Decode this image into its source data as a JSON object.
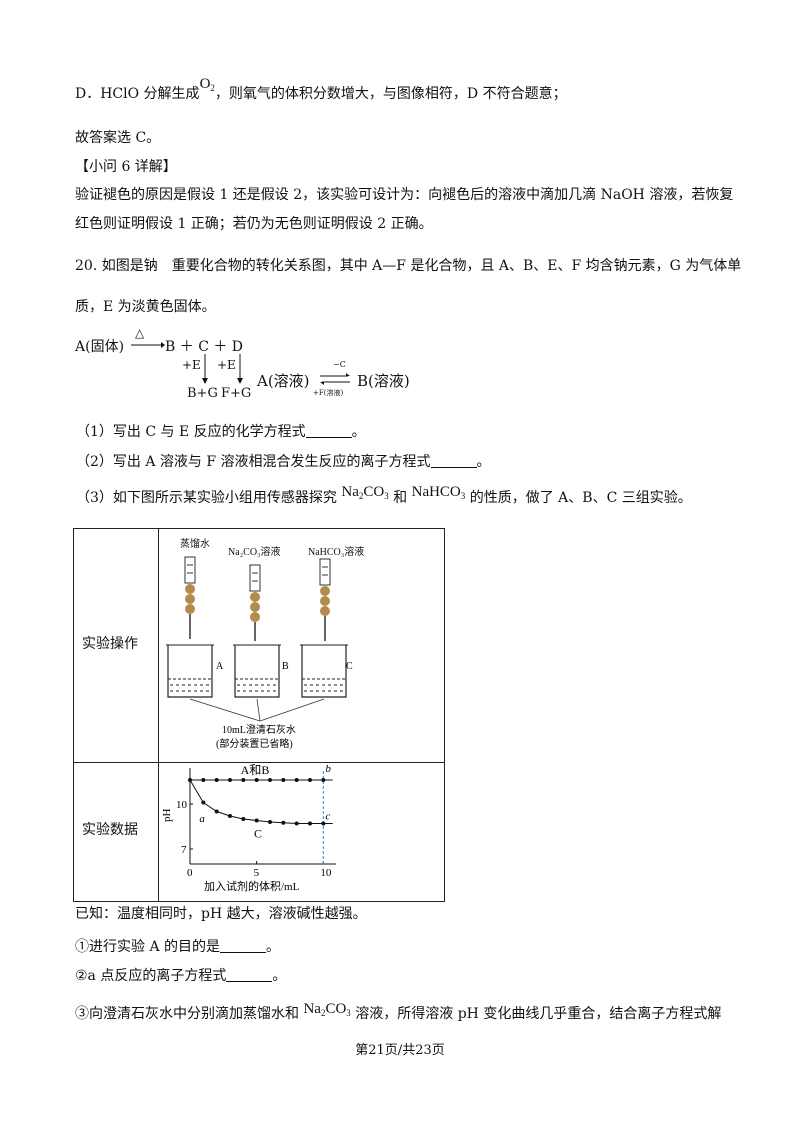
{
  "lines": {
    "d_part1": "D．HClO 分解生成",
    "o2": "O",
    "o2_sub": "2",
    "d_part2": "，则氧气的体积分数增大，与图像相符，D 不符合题意；",
    "answer": "故答案选 C。",
    "q6_header": "【小问 6 详解】",
    "q6_text1": "验证褪色的原因是假设 1 还是假设 2，该实验可设计为：向褪色后的溶液中滴加几滴 NaOH 溶液，若恢复",
    "q6_text2": "红色则证明假设 1 正确；若仍为无色则证明假设 2 正确。",
    "q20_text1": "20. 如图是钠　重要化合物的转化关系图，其中 A—F 是化合物，且 A、B、E、F 均含钠元素，G 为气体单",
    "q20_text2": "质，E 为淡黄色固体。",
    "q1": "（1）写出 C 与 E 反应的化学方程式",
    "q1_end": "。",
    "q2": "（2）写出 A 溶液与 F 溶液相混合发生反应的离子方程式",
    "q2_end": "。",
    "q3_part1": "（3）如下图所示某实验小组用传感器探究",
    "na2co3_a": "Na",
    "na2co3_b": "2",
    "na2co3_c": "CO",
    "na2co3_d": "3",
    "q3_he": "和",
    "nahco3_a": "NaHCO",
    "nahco3_b": "3",
    "q3_part2": "的性质，做了 A、B、C 三组实验。",
    "known": "已知：温度相同时，pH 越大，溶液碱性越强。",
    "sub1": "①进行实验 A 的目的是",
    "sub1_end": "。",
    "sub2": "②a 点反应的离子方程式",
    "sub2_end": "。",
    "sub3_part1": "③向澄清石灰水中分别滴加蒸馏水和",
    "sub3_part2": "溶液，所得溶液 pH 变化曲线几乎重合，结合离子方程式解"
  },
  "scheme": {
    "a_solid": "A(固体)",
    "delta": "△",
    "products": "B ＋ C ＋ D",
    "plus_e1": "+E",
    "plus_e2": "+E",
    "bg": "B+G",
    "fg": "F+G",
    "a_sol": "A(溶液)",
    "minus_c": "−C",
    "plus_f": "+F(溶液)",
    "b_sol": "B(溶液)"
  },
  "table": {
    "row1_label": "实验操作",
    "row2_label": "实验数据",
    "dropper1": "蒸馏水",
    "dropper2": "Na₂CO₃溶液",
    "dropper3": "NaHCO₃溶液",
    "beaker_a": "A",
    "beaker_b": "B",
    "beaker_c": "C",
    "note1": "10mL澄清石灰水",
    "note2": "(部分装置已省略)"
  },
  "chart_data": {
    "type": "line",
    "ylabel": "pH",
    "xlabel": "加入试剂的体积/mL",
    "x_ticks": [
      "0",
      "5",
      "10"
    ],
    "y_ticks": [
      "10",
      "7"
    ],
    "xlim": [
      0,
      10.5
    ],
    "ylim": [
      6,
      12
    ],
    "series": [
      {
        "name": "A和B",
        "x": [
          0,
          1,
          2,
          3,
          4,
          5,
          6,
          7,
          8,
          9,
          10
        ],
        "y": [
          11.6,
          11.6,
          11.6,
          11.6,
          11.6,
          11.6,
          11.6,
          11.6,
          11.6,
          11.6,
          11.6
        ]
      },
      {
        "name": "C",
        "x": [
          0,
          1,
          2,
          3,
          4,
          5,
          6,
          7,
          8,
          9,
          10
        ],
        "y": [
          11.6,
          10.1,
          9.5,
          9.2,
          9.0,
          8.9,
          8.8,
          8.75,
          8.7,
          8.7,
          8.7
        ]
      }
    ],
    "annotations": {
      "a": "a",
      "b": "b",
      "c": "c"
    }
  },
  "footer": "第21页/共23页"
}
